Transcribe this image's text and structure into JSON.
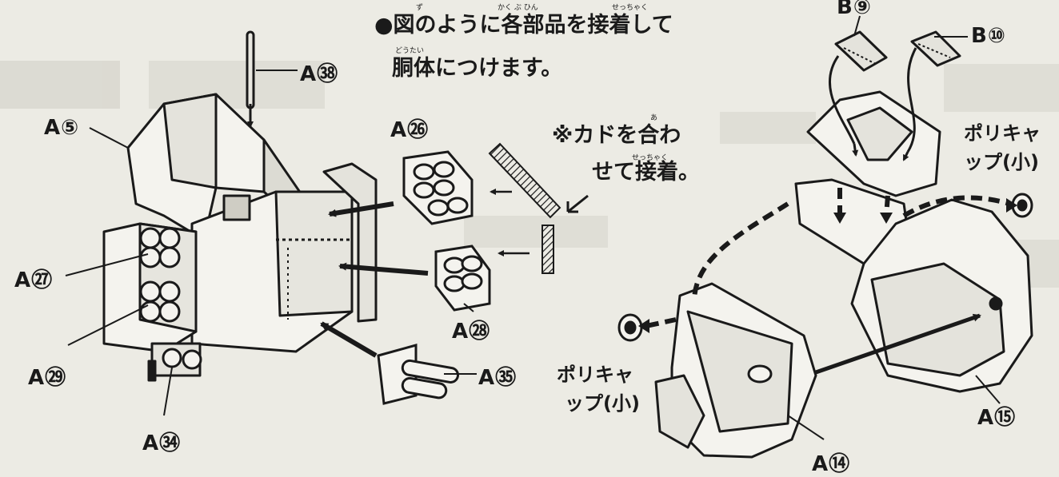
{
  "instruction": {
    "line1": "●図のように各部品を接着して",
    "line2": "胴体につけます。",
    "ruby": [
      "ず",
      "かく ぶ ひん",
      "せっちゃく",
      "どうたい"
    ]
  },
  "note": {
    "line1": "※カドを合わ",
    "line2": "せて接着。",
    "ruby": [
      "あ",
      "せっちゃく"
    ]
  },
  "labels": {
    "a38": "A㊳",
    "a5": "A⑤",
    "a26": "A㉖",
    "a27": "A㉗",
    "a28": "A㉘",
    "a29": "A㉙",
    "a34": "A㉞",
    "a35": "A㉟",
    "b9": "B⑨",
    "b10": "B⑩",
    "a14": "A⑭",
    "a15": "A⑮"
  },
  "polycap_right": {
    "line1": "ポリキャ",
    "line2": "ップ(小)"
  },
  "polycap_left": {
    "line1": "ポリキャ",
    "line2": "ップ(小)"
  },
  "colors": {
    "paper": "#ecebe4",
    "ink": "#1a1a1a",
    "panel": "#cfcdc4"
  }
}
